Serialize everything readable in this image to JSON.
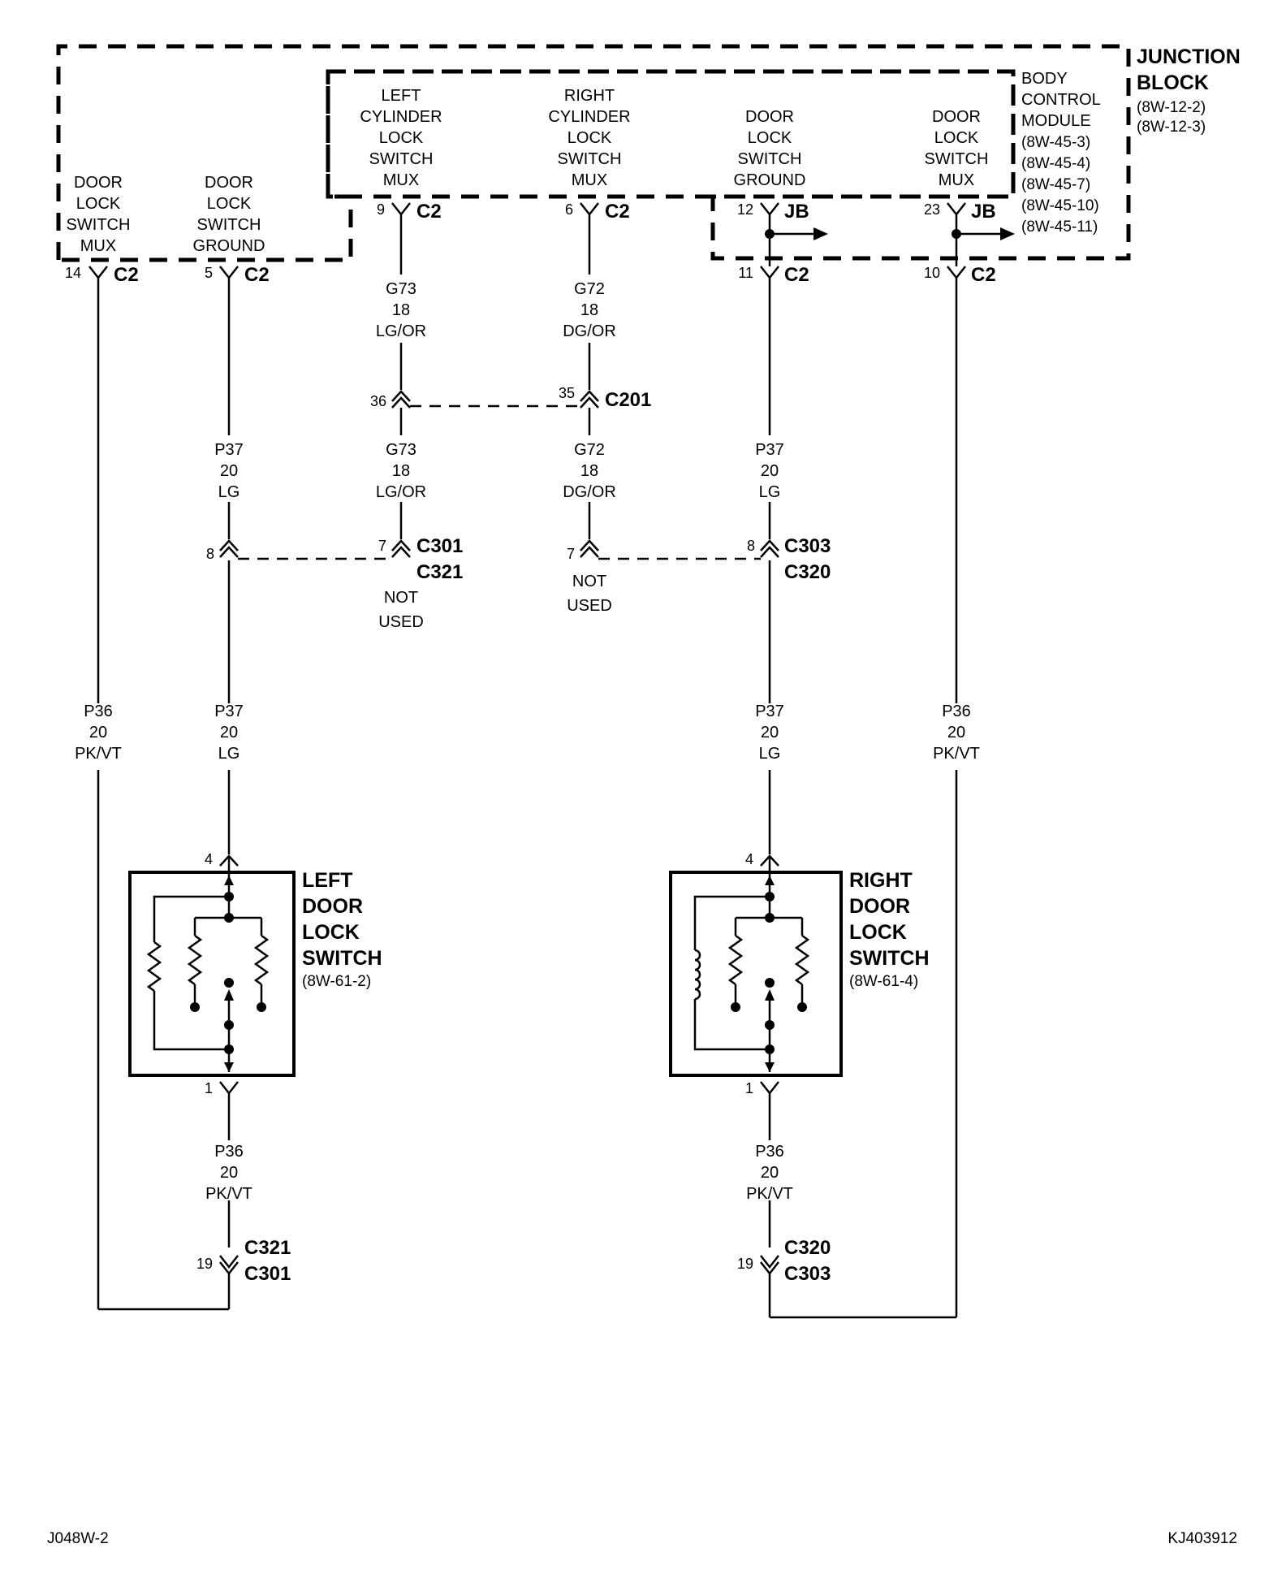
{
  "junction_block": {
    "title_line1": "JUNCTION",
    "title_line2": "BLOCK",
    "ref1": "(8W-12-2)",
    "ref2": "(8W-12-3)"
  },
  "bcm": {
    "lines": [
      "BODY",
      "CONTROL",
      "MODULE",
      "(8W-45-3)",
      "(8W-45-4)",
      "(8W-45-7)",
      "(8W-45-10)",
      "(8W-45-11)"
    ]
  },
  "jb_circuits": {
    "mux_left": [
      "DOOR",
      "LOCK",
      "SWITCH",
      "MUX"
    ],
    "ground_left": [
      "DOOR",
      "LOCK",
      "SWITCH",
      "GROUND"
    ]
  },
  "bcm_circuits": {
    "left_cyl": [
      "LEFT",
      "CYLINDER",
      "LOCK",
      "SWITCH",
      "MUX"
    ],
    "right_cyl": [
      "RIGHT",
      "CYLINDER",
      "LOCK",
      "SWITCH",
      "MUX"
    ],
    "ground_right": [
      "DOOR",
      "LOCK",
      "SWITCH",
      "GROUND"
    ],
    "mux_right": [
      "DOOR",
      "LOCK",
      "SWITCH",
      "MUX"
    ]
  },
  "pins": {
    "p14": "14",
    "p5": "5",
    "p9": "9",
    "p6": "6",
    "p12": "12",
    "p23": "23",
    "p11": "11",
    "p10": "10",
    "p36": "36",
    "p35": "35",
    "p8a": "8",
    "p7a": "7",
    "p7b": "7",
    "p8b": "8",
    "p4a": "4",
    "p4b": "4",
    "p1a": "1",
    "p1b": "1",
    "p19a": "19",
    "p19b": "19"
  },
  "connectors": {
    "c2": "C2",
    "jb": "JB",
    "c201": "C201",
    "c301": "C301",
    "c321": "C321",
    "c303": "C303",
    "c320": "C320"
  },
  "wires": {
    "g73": [
      "G73",
      "18",
      "LG/OR"
    ],
    "g72": [
      "G72",
      "18",
      "DG/OR"
    ],
    "p37": [
      "P37",
      "20",
      "LG"
    ],
    "p36": [
      "P36",
      "20",
      "PK/VT"
    ]
  },
  "not_used": [
    "NOT",
    "USED"
  ],
  "left_switch": {
    "lines": [
      "LEFT",
      "DOOR",
      "LOCK",
      "SWITCH"
    ],
    "ref": "(8W-61-2)"
  },
  "right_switch": {
    "lines": [
      "RIGHT",
      "DOOR",
      "LOCK",
      "SWITCH"
    ],
    "ref": "(8W-61-4)"
  },
  "footer": {
    "left": "J048W-2",
    "right": "KJ403912"
  }
}
